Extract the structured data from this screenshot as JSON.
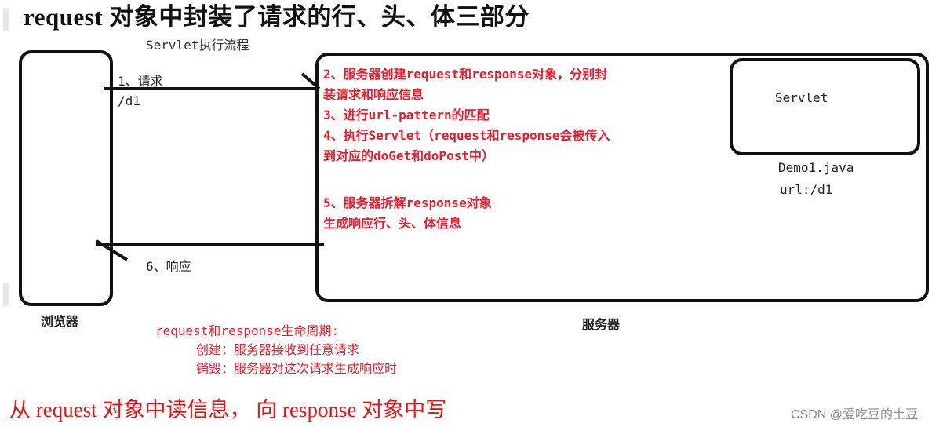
{
  "title": "request 对象中封装了请求的行、头、体三部分",
  "subtitle": "Servlet执行流程",
  "browser": {
    "label": "浏览器"
  },
  "server": {
    "label": "服务器",
    "servlet_box": {
      "label": "Servlet",
      "file": "Demo1.java",
      "url": "url:/d1"
    },
    "steps": [
      "2、服务器创建request和response对象，分别封",
      "装请求和响应信息",
      "3、进行url-pattern的匹配",
      "4、执行Servlet（request和response会被传入",
      "到对应的doGet和doPost中）"
    ],
    "step5": [
      "5、服务器拆解response对象",
      "生成响应行、头、体信息"
    ]
  },
  "request_arrow": {
    "label": "1、请求",
    "path": "/d1"
  },
  "response_arrow": {
    "label": "6、响应"
  },
  "lifecycle": {
    "heading": "request和response生命周期:",
    "create": "创建：服务器接收到任意请求",
    "destroy": "销毁：服务器对这次请求生成响应时"
  },
  "footer": "从 request 对象中读信息， 向 response 对象中写",
  "watermark": "CSDN @爱吃豆的土豆",
  "colors": {
    "annotation_red": "#f01a2a",
    "line_black": "#111111",
    "watermark_gray": "#8a8a8a"
  }
}
